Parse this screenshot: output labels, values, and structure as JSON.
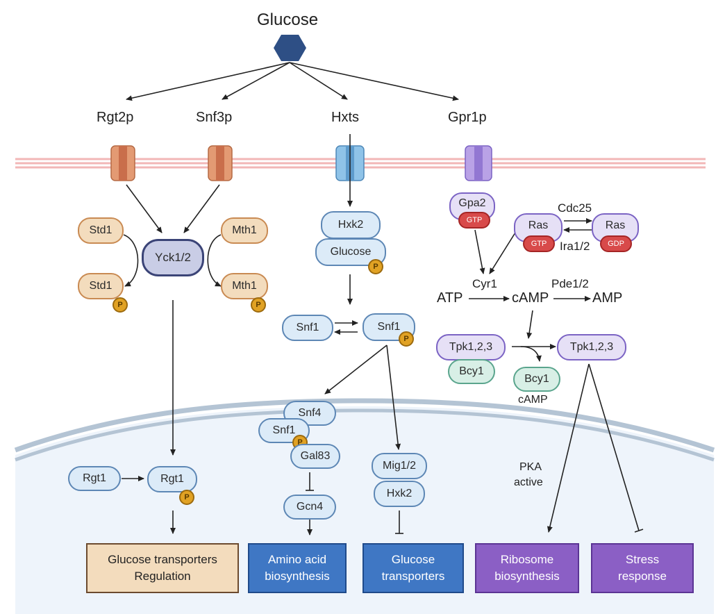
{
  "title": "Glucose",
  "receptors": {
    "rgt2p": "Rgt2p",
    "snf3p": "Snf3p",
    "hxts": "Hxts",
    "gpr1p": "Gpr1p"
  },
  "rgt_branch": {
    "std1": "Std1",
    "mth1": "Mth1",
    "yck": "Yck1/2",
    "std1_p": "Std1",
    "mth1_p": "Mth1",
    "rgt1": "Rgt1",
    "rgt1_p": "Rgt1"
  },
  "snf_branch": {
    "hxk2": "Hxk2",
    "glucose": "Glucose",
    "snf1": "Snf1",
    "snf1_p": "Snf1",
    "snf4": "Snf4",
    "snf1_complex": "Snf1",
    "gal83": "Gal83",
    "gcn4": "Gcn4",
    "mig12": "Mig1/2",
    "hxk2_nuc": "Hxk2"
  },
  "pka_branch": {
    "gpa2": "Gpa2",
    "gtp": "GTP",
    "ras1": "Ras",
    "ras2": "Ras",
    "gdp": "GDP",
    "cdc25": "Cdc25",
    "ira": "Ira1/2",
    "atp": "ATP",
    "cyr1": "Cyr1",
    "camp": "cAMP",
    "pde": "Pde1/2",
    "amp": "AMP",
    "tpk1": "Tpk1,2,3",
    "tpk2": "Tpk1,2,3",
    "bcy1": "Bcy1",
    "bcy1_free": "Bcy1",
    "camp_small": "cAMP",
    "pka_active_1": "PKA",
    "pka_active_2": "active"
  },
  "phospho_label": "P",
  "outputs": [
    {
      "line1": "Glucose transporters",
      "line2": "Regulation"
    },
    {
      "line1": "Amino acid",
      "line2": "biosynthesis"
    },
    {
      "line1": "Glucose",
      "line2": "transporters"
    },
    {
      "line1": "Ribosome",
      "line2": "biosynthesis"
    },
    {
      "line1": "Stress",
      "line2": "response"
    }
  ],
  "icons": {
    "glucose": "hexagon-icon",
    "transporter": "membrane-channel-icon",
    "phosphate": "phosphate-circle-icon"
  },
  "colors": {
    "glucose_hex": "#2e4f85",
    "membrane": "#f2b7b7",
    "nucleus_fill": "#eef4fb",
    "nucleus_border": "#a9bccf"
  }
}
